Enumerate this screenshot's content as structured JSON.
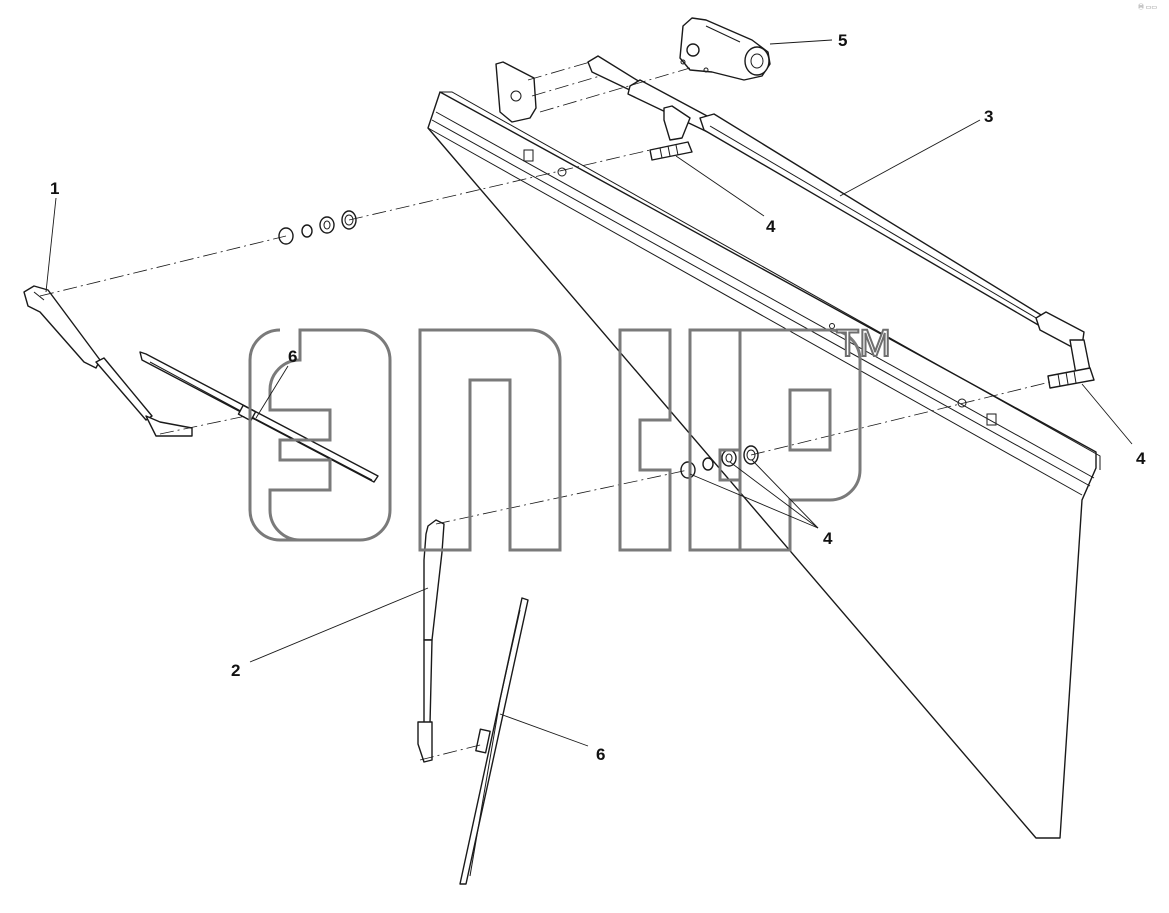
{
  "corner_mark": "Ⓜ ▭▭",
  "watermark": {
    "text": "TM"
  },
  "callouts": [
    {
      "id": "1",
      "label": "1"
    },
    {
      "id": "2",
      "label": "2"
    },
    {
      "id": "3",
      "label": "3"
    },
    {
      "id": "4a",
      "label": "4"
    },
    {
      "id": "4b",
      "label": "4"
    },
    {
      "id": "4c",
      "label": "4"
    },
    {
      "id": "5",
      "label": "5"
    },
    {
      "id": "6a",
      "label": "6"
    },
    {
      "id": "6b",
      "label": "6"
    }
  ],
  "colors": {
    "line": "#1a1a1a",
    "watermark": "#7a7a7a",
    "background": "#ffffff"
  }
}
